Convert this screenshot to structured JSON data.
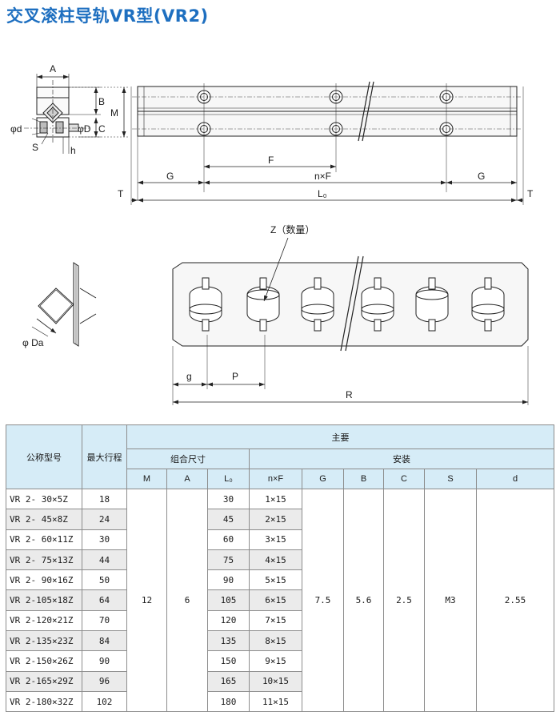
{
  "title": "交叉滚柱导轨VR型(VR2)",
  "drawing_labels": {
    "A": "A",
    "B": "B",
    "C": "C",
    "M": "M",
    "phi_d": "φd",
    "phi_D": "φD",
    "S": "S",
    "h": "h",
    "G_left": "G",
    "F": "F",
    "nF": "n×F",
    "G_right": "G",
    "T_left": "T",
    "L0": "L₀",
    "T_right": "T",
    "Z": "Z（数量）",
    "phi_Da": "φ Da",
    "g": "g",
    "P": "P",
    "R": "R"
  },
  "table": {
    "header": {
      "model": "公称型号",
      "max_stroke": "最大行程",
      "main": "主要",
      "combined_dims": "组合尺寸",
      "installation": "安装",
      "cols": [
        "M",
        "A",
        "L₀",
        "n×F",
        "G",
        "B",
        "C",
        "S",
        "d"
      ]
    },
    "rows": [
      {
        "model": "VR 2- 30×5Z",
        "stroke": "18",
        "L0": "30",
        "nF": "1×15"
      },
      {
        "model": "VR 2- 45×8Z",
        "stroke": "24",
        "L0": "45",
        "nF": "2×15"
      },
      {
        "model": "VR 2- 60×11Z",
        "stroke": "30",
        "L0": "60",
        "nF": "3×15"
      },
      {
        "model": "VR 2- 75×13Z",
        "stroke": "44",
        "L0": "75",
        "nF": "4×15"
      },
      {
        "model": "VR 2- 90×16Z",
        "stroke": "50",
        "L0": "90",
        "nF": "5×15"
      },
      {
        "model": "VR 2-105×18Z",
        "stroke": "64",
        "L0": "105",
        "nF": "6×15"
      },
      {
        "model": "VR 2-120×21Z",
        "stroke": "70",
        "L0": "120",
        "nF": "7×15"
      },
      {
        "model": "VR 2-135×23Z",
        "stroke": "84",
        "L0": "135",
        "nF": "8×15"
      },
      {
        "model": "VR 2-150×26Z",
        "stroke": "90",
        "L0": "150",
        "nF": "9×15"
      },
      {
        "model": "VR 2-165×29Z",
        "stroke": "96",
        "L0": "165",
        "nF": "10×15"
      },
      {
        "model": "VR 2-180×32Z",
        "stroke": "102",
        "L0": "180",
        "nF": "11×15"
      }
    ],
    "merged": {
      "M": "12",
      "A": "6",
      "G": "7.5",
      "B": "5.6",
      "C": "2.5",
      "S": "M3",
      "d": "2.55"
    }
  }
}
